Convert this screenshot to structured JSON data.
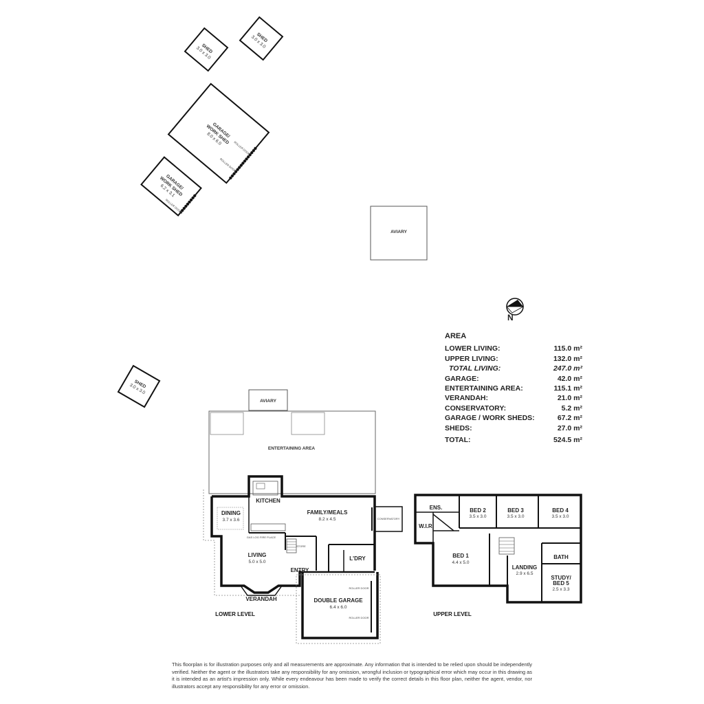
{
  "outbuildings": {
    "shed_left": {
      "name": "SHED",
      "size": "3.0 x 3.0"
    },
    "shed_right": {
      "name": "SHED",
      "size": "3.0 x 3.0"
    },
    "garage_big": {
      "name1": "GARAGE/",
      "name2": "WORK SHED",
      "size": "8.0 x 6.0",
      "door1": "ROLLER DOOR",
      "door2": "ROLLER DOOR"
    },
    "garage_small": {
      "name1": "GARAGE/",
      "name2": "WORK SHED",
      "size": "6.2 x 3.1",
      "door": "ROLLER DOOR"
    },
    "aviary_top": {
      "name": "AVIARY"
    },
    "shed_lower": {
      "name": "SHED",
      "size": "3.0 x 3.0"
    }
  },
  "compass": {
    "label": "N"
  },
  "area": {
    "heading": "AREA",
    "rows": [
      {
        "label": "LOWER LIVING:",
        "value": "115.0 m²"
      },
      {
        "label": "UPPER LIVING:",
        "value": "132.0 m²"
      },
      {
        "label": "TOTAL LIVING:",
        "value": "247.0 m²"
      },
      {
        "label": "GARAGE:",
        "value": "42.0 m²"
      },
      {
        "label": "ENTERTAINING AREA:",
        "value": "115.1 m²"
      },
      {
        "label": "VERANDAH:",
        "value": "21.0 m²"
      },
      {
        "label": "CONSERVATORY:",
        "value": "5.2 m²"
      },
      {
        "label": "GARAGE / WORK SHEDS:",
        "value": "67.2 m²"
      },
      {
        "label": "SHEDS:",
        "value": "27.0 m²"
      }
    ],
    "total": {
      "label": "TOTAL:",
      "value": "524.5 m²"
    }
  },
  "lower": {
    "aviary": "AVIARY",
    "entertaining": "ENTERTAINING AREA",
    "kitchen": "KITCHEN",
    "dining": {
      "name": "DINING",
      "size": "3.7 x 3.6"
    },
    "family": {
      "name": "FAMILY/MEALS",
      "size": "8.2 x 4.5"
    },
    "living": {
      "name": "LIVING",
      "size": "5.0 x 5.0"
    },
    "entry": "ENTRY",
    "laundry": "L'DRY",
    "garage": {
      "name": "DOUBLE GARAGE",
      "size": "6.4 x 6.0",
      "door1": "ROLLER DOOR",
      "door2": "ROLLER DOOR"
    },
    "verandah": "VERANDAH",
    "conservatory": "CONSERVATORY",
    "store": "STORE",
    "fireplace": "GAS LOG FIRE PLACE",
    "level": "LOWER LEVEL"
  },
  "upper": {
    "ens": "ENS.",
    "wir": "W.I.R.",
    "bed1": {
      "name": "BED 1",
      "size": "4.4 x 5.0"
    },
    "bed2": {
      "name": "BED 2",
      "size": "3.5 x 3.0"
    },
    "bed3": {
      "name": "BED 3",
      "size": "3.5 x 3.0"
    },
    "bed4": {
      "name": "BED 4",
      "size": "3.5 x 3.0"
    },
    "bath": "BATH",
    "landing": {
      "name": "LANDING",
      "size": "2.9 x 6.5"
    },
    "study": {
      "name1": "STUDY/",
      "name2": "BED 5",
      "size": "2.5 x 3.3"
    },
    "level": "UPPER LEVEL"
  },
  "disclaimer": "This floorplan is for illustration purposes only and all measurements are approximate. Any information that is intended to be relied upon should be independently verified. Neither the agent or the illustrators take any responsibility for any omission, wrongful inclusion or typographical error which may occur in this drawing as it is intended as an artist's impression only. While every endeavour has been made to verify the correct details in this floor plan, neither the agent, vendor, nor illustrators accept any responsibility for any error or omission."
}
